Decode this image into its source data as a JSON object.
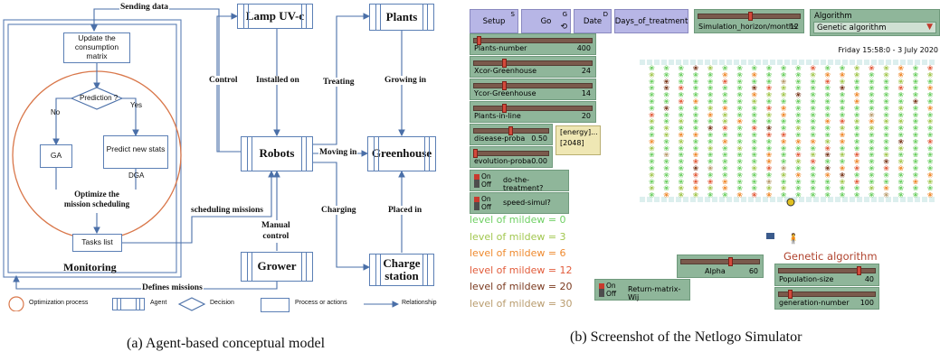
{
  "diagram": {
    "edge_labels": {
      "sending_data": "Sending data",
      "control": "Control",
      "installed_on": "Installed on",
      "treating": "Treating",
      "growing_in": "Growing in",
      "moving_in": "Moving in",
      "scheduling_missions": "scheduling missions",
      "manual_control": "Manual\ncontrol",
      "charging": "Charging",
      "placed_in": "Placed in",
      "defines_missions": "Defines missions",
      "no": "No",
      "yes": "Yes"
    },
    "boxes": {
      "update_consumption": "Update the\nconsumption\nmatrix",
      "prediction": "Prediction ?",
      "ga": "GA",
      "predict_new_stats": "Predict new stats",
      "dga": "DGA",
      "optimize": "Optimize the\nmission scheduling",
      "tasks_list": "Tasks list",
      "monitoring": "Monitoring"
    },
    "agents": {
      "lamp": "Lamp UV-c",
      "plants": "Plants",
      "robots": "Robots",
      "greenhouse": "Greenhouse",
      "grower": "Grower",
      "charge_station": "Charge\nstation"
    },
    "legend": {
      "optimization": "Optimization process",
      "agent": "Agent",
      "decision": "Decision",
      "process": "Process or actions",
      "relationship": "Relationship"
    },
    "caption": "(a) Agent-based conceptual model"
  },
  "netlogo": {
    "buttons": {
      "setup": {
        "label": "Setup",
        "key": "S"
      },
      "go": {
        "label": "Go",
        "key": "G"
      },
      "date": {
        "label": "Date",
        "key": "D"
      },
      "days": {
        "label": "Days_of_treatment"
      }
    },
    "horizon": {
      "label": "Simulation_horizon/months",
      "value": "12",
      "level": 0.5
    },
    "algorithm": {
      "label": "Algorithm",
      "selected": "Genetic algorithm"
    },
    "clock": "Friday 15:58:0  -  3 July 2020",
    "sliders": [
      {
        "name": "Plants-number",
        "value": "400",
        "level": 0.03
      },
      {
        "name": "Xcor-Greenhouse",
        "value": "24",
        "level": 0.25
      },
      {
        "name": "Ycor-Greenhouse",
        "value": "14",
        "level": 0.25
      },
      {
        "name": "Plants-in-line",
        "value": "20",
        "level": 0.25
      },
      {
        "name": "disease-proba",
        "value": "0.50",
        "level": 0.5
      },
      {
        "name": "evolution-proba",
        "value": "0.00",
        "level": 0.0
      }
    ],
    "monitor": {
      "label": "[energy]...",
      "value": "[2048]"
    },
    "switches": [
      {
        "name": "do-the-treatment?",
        "on": "On",
        "off": "Off"
      },
      {
        "name": "speed-simul?",
        "on": "On",
        "off": "Off"
      }
    ],
    "mildew_legend": [
      {
        "text": "level of mildew = 0",
        "color": "#6ecf63"
      },
      {
        "text": "level of mildew = 3",
        "color": "#a2c74f"
      },
      {
        "text": "level of mildew = 6",
        "color": "#ef8a2f"
      },
      {
        "text": "level of mildew = 12",
        "color": "#e25c3b"
      },
      {
        "text": "level of mildew = 20",
        "color": "#7b3a1f"
      },
      {
        "text": "level of mildew = 30",
        "color": "#b99c6e"
      }
    ],
    "alpha": {
      "name": "Alpha",
      "value": "60",
      "level": 0.6
    },
    "return_switch": {
      "name": "Return-matrix-Wij",
      "on": "On",
      "off": "Off"
    },
    "ga_title": "Genetic algorithm",
    "ga_sliders": [
      {
        "name": "Population-size",
        "value": "40",
        "level": 0.8
      },
      {
        "name": "generation-number",
        "value": "100",
        "level": 0.1
      }
    ],
    "caption": "(b) Screenshot of the Netlogo Simulator"
  }
}
